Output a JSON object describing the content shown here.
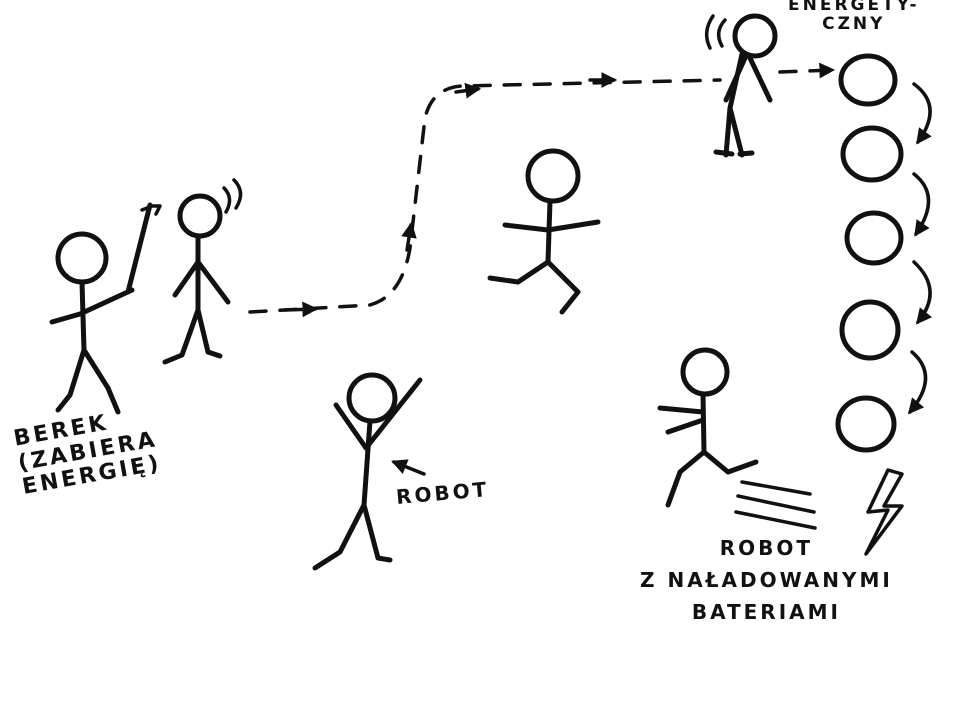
{
  "labels": {
    "berek": [
      "BEREK",
      "(ZABIERA",
      "ENERGIĘ)"
    ],
    "robot": "ROBOT",
    "charged_robot": [
      "ROBOT",
      "Z NAŁADOWANYMI",
      "BATERIAMI"
    ],
    "energy": [
      "ENERGETY-",
      "CZNY"
    ],
    "top_mark": "\""
  },
  "colors": {
    "ink": "#111111",
    "paper": "#ffffff"
  }
}
